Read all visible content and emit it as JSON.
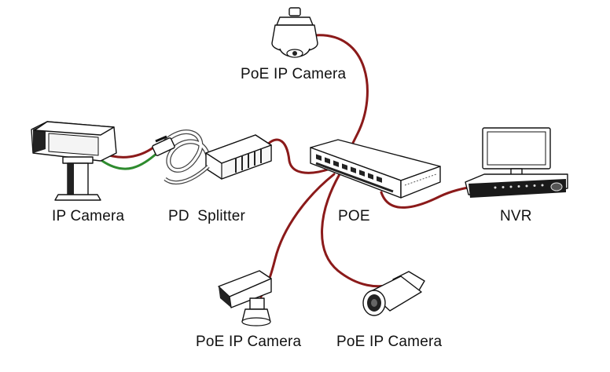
{
  "labels": {
    "ptz_camera": "PoE IP Camera",
    "ip_camera": "IP Camera",
    "pd_splitter": "PD  Splitter",
    "poe_switch": "POE",
    "nvr": "NVR",
    "bullet_camera_left": "PoE IP Camera",
    "bullet_camera_right": "PoE IP Camera"
  },
  "colors": {
    "poe_cable": "#8b1a1a",
    "data_cable": "#2e8b2e",
    "outline": "#111111"
  },
  "icons": [
    "ptz-dome-camera-icon",
    "box-camera-icon",
    "pd-splitter-icon",
    "poe-switch-icon",
    "nvr-icon",
    "monitor-icon",
    "bullet-camera-icon"
  ]
}
